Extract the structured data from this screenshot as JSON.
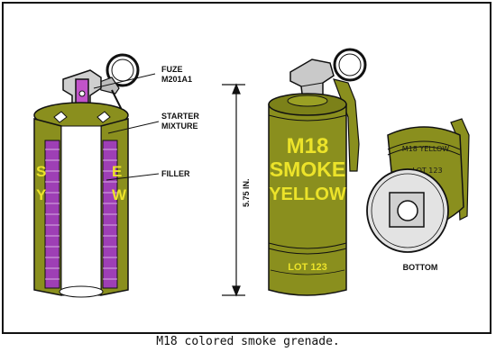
{
  "labels": {
    "fuze_line1": "FUZE",
    "fuze_line2": "M201A1",
    "starter_line1": "STARTER",
    "starter_line2": "MIXTURE",
    "filler": "FILLER",
    "dimension": "5.75 IN.",
    "bottom": "BOTTOM"
  },
  "grenade_front": {
    "line1": "M18",
    "line2": "SMOKE",
    "line3": "YELLOW",
    "lot": "LOT 123"
  },
  "grenade_bottom": {
    "top_text": "M18 YELLOW",
    "lot": "LOT 123"
  },
  "caption": "M18 colored smoke grenade.",
  "colors": {
    "olive": "#8a8f1e",
    "olive_dark": "#5f6414",
    "filler": "#9e3fb5",
    "marking_yellow": "#ece32a",
    "metal": "#c9c9c9"
  }
}
